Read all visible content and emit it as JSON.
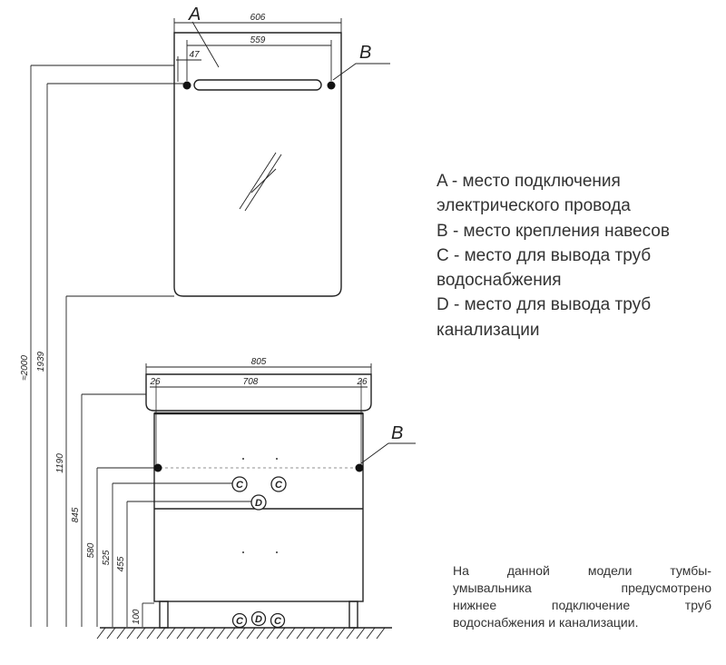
{
  "dimensions": {
    "mirror_width": "606",
    "mirror_inner_width": "559",
    "socket_offset": "47",
    "cabinet_width": "805",
    "cabinet_inner_width": "708",
    "cabinet_side_left": "26",
    "cabinet_side_right": "26",
    "height_total": "≈2000",
    "height_mirror_mount": "1939",
    "height_mirror_bottom": "1190",
    "height_top": "845",
    "height_cabinet_mount": "580",
    "height_water": "525",
    "height_drain": "455",
    "height_floor_outlets": "100"
  },
  "labels": {
    "a": "A",
    "b_mirror": "B",
    "b_cabinet": "B",
    "c": "C",
    "d": "D"
  },
  "legend": [
    "A - место подключения",
    "электрического провода",
    "B - место крепления навесов",
    "C - место для вывода труб",
    "водоснабжения",
    "D - место для вывода труб",
    "канализации"
  ],
  "note": {
    "line1_words": [
      "На",
      "данной",
      "модели",
      "тумбы-"
    ],
    "line2_words": [
      "умывальника",
      "предусмотрено"
    ],
    "line3_words": [
      "нижнее",
      "подключение",
      "труб"
    ],
    "line4": "водоснабжения и канализации."
  }
}
